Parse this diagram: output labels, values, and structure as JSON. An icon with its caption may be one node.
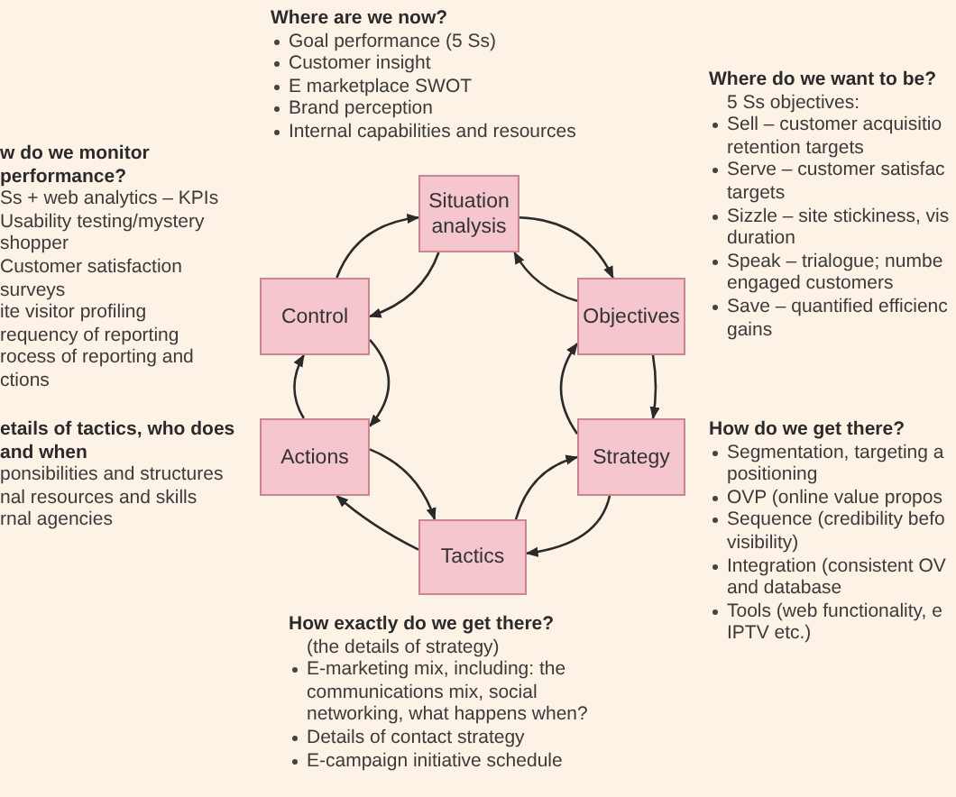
{
  "diagram": {
    "nodes": [
      {
        "text": [
          "Situation analysis"
        ]
      },
      {
        "text": [
          "Control"
        ]
      },
      {
        "text": [
          "Objectives"
        ]
      },
      {
        "text": [
          "Actions"
        ]
      },
      {
        "text": [
          "Strategy"
        ]
      },
      {
        "text": [
          "Tactics"
        ]
      }
    ],
    "edges": [
      {
        "from": 0,
        "to": 2,
        "arrow": "to"
      },
      {
        "from": 2,
        "to": 0,
        "arrow": "to"
      },
      {
        "from": 2,
        "to": 4,
        "arrow": "to"
      },
      {
        "from": 4,
        "to": 2,
        "arrow": "to"
      },
      {
        "from": 4,
        "to": 5,
        "arrow": "to"
      },
      {
        "from": 5,
        "to": 4,
        "arrow": "to"
      },
      {
        "from": 5,
        "to": 3,
        "arrow": "to"
      },
      {
        "from": 3,
        "to": 5,
        "arrow": "to"
      },
      {
        "from": 3,
        "to": 1,
        "arrow": "to"
      },
      {
        "from": 1,
        "to": 3,
        "arrow": "to"
      },
      {
        "from": 1,
        "to": 0,
        "arrow": "to"
      },
      {
        "from": 0,
        "to": 1,
        "arrow": "to"
      }
    ],
    "labels": [
      "Where are we now?",
      "Goal performance (5 Ss)",
      "Customer insight",
      "E marketplace SWOT",
      "Brand perception",
      "Internal capabilities and resources",
      "w do we monitor performance?",
      "Ss + web analytics – KPIs",
      "Usability testing/mystery shopper",
      "Customer satisfaction surveys",
      "ite visitor profiling",
      "requency of reporting",
      "rocess of reporting and ctions",
      "etails of tactics, who does and when",
      "ponsibilities and structures",
      "nal resources and skills",
      "rnal agencies",
      "Where do we want to be?",
      "5 Ss objectives:",
      "Sell – customer acquisitio retention targets",
      "Serve – customer satisfac targets",
      "Sizzle – site stickiness, vis duration",
      "Speak – trialogue; numbe engaged customers",
      "Save – quantified efficienc gains",
      "How do we get there?",
      "Segmentation, targeting a positioning",
      "OVP (online value propos",
      "Sequence (credibility befo visibility)",
      "Integration (consistent OV and database",
      "Tools (web functionality, e IPTV etc.)",
      "How exactly do we get there?",
      "(the details of strategy)",
      "E-marketing mix, including: the communications mix, social networking, what happens when?",
      "Details of contact strategy",
      "E-campaign initiative schedule"
    ]
  }
}
